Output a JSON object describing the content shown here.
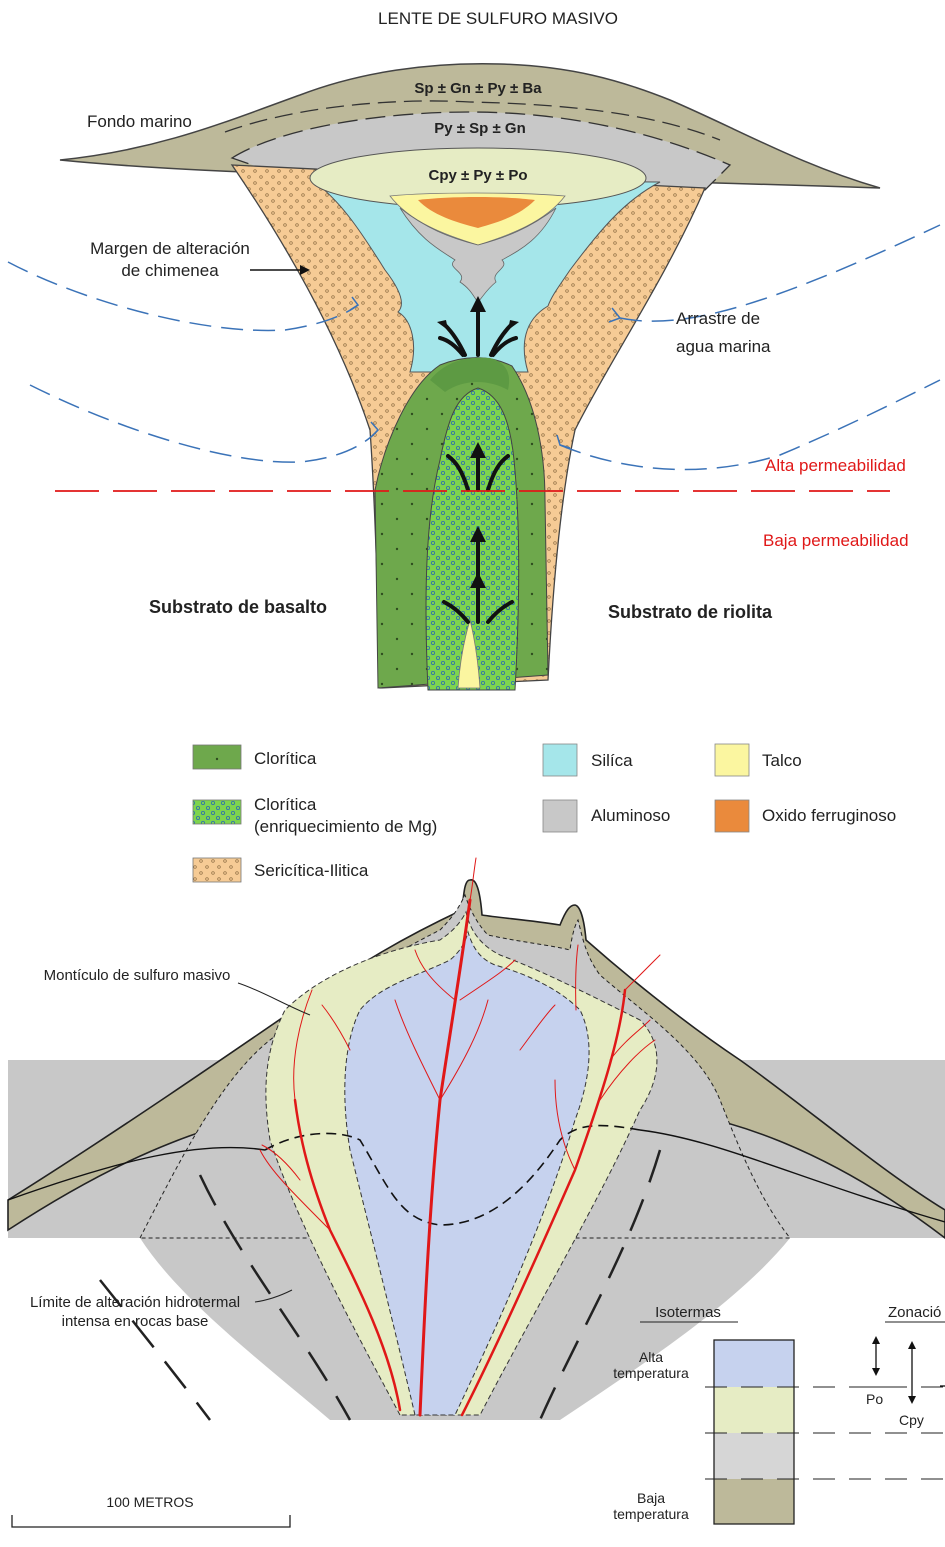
{
  "top": {
    "title": "LENTE  DE  SULFURO MASIVO",
    "layers": [
      "Sp ± Gn ± Py ± Ba",
      "Py ± Sp ± Gn",
      "Cpy ± Py ± Po"
    ],
    "labels": {
      "seafloor": "Fondo marino",
      "chimney_margin_1": "Margen de alteración",
      "chimney_margin_2": "de chimenea",
      "seawater_1": "Arrastre de",
      "seawater_2": "agua marina",
      "high_perm": "Alta permeabilidad",
      "low_perm": "Baja permeabilidad",
      "basalt": "Substrato de basalto",
      "rhyolite": "Substrato de riolita"
    }
  },
  "legend": {
    "chlorite": "Clorítica",
    "chlorite_mg_1": "Clorítica",
    "chlorite_mg_2": "(enriquecimiento de Mg)",
    "sericite": "Sericítica-Ilitica",
    "silica": "Silíca",
    "aluminous": "Aluminoso",
    "talc": "Talco",
    "iron_oxide": "Oxido ferruginoso"
  },
  "bottom": {
    "mound": "Montículo de sulfuro masivo",
    "limit_1": "Límite de alteración hidrotermal",
    "limit_2": "intensa en rocas base",
    "isotherms": "Isotermas",
    "zonation": "Zonació",
    "high_temp_1": "Alta",
    "high_temp_2": "temperatura",
    "low_temp_1": "Baja",
    "low_temp_2": "temperatura",
    "po": "Po",
    "cpy": "Cpy",
    "scale": "100  METROS"
  },
  "colors": {
    "seafloor": "#bdb99a",
    "aluminous": "#c8c8c8",
    "pale_green": "#e6ecc4",
    "silica": "#a5e6ea",
    "talc": "#fbf6a0",
    "iron_oxide": "#ea8a3c",
    "chlorite": "#6ea84c",
    "chlorite_mg": "#7ed44e",
    "sericite": "#f6cb95",
    "blue_zone": "#c6d2ee",
    "perm_line": "#e01818",
    "arrow_blue": "#3b73b8"
  }
}
